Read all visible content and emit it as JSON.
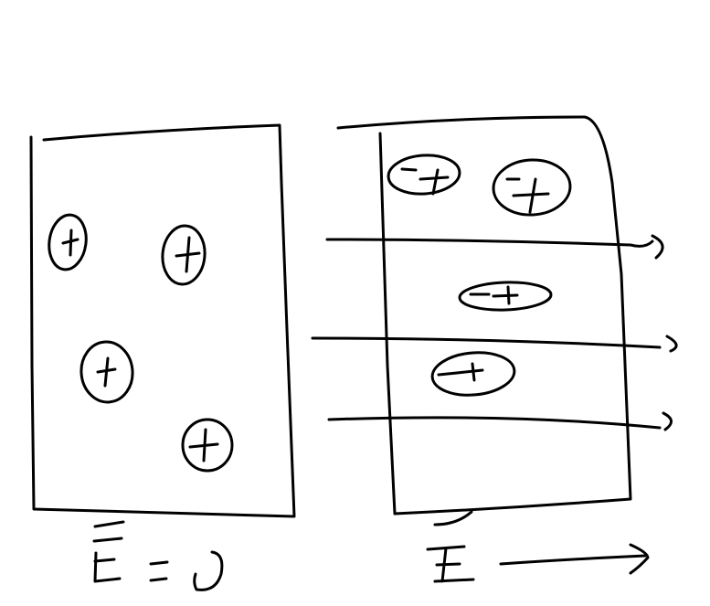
{
  "diagram": {
    "left_panel": {
      "molecule_charge_sign": "+",
      "molecule_count": 4,
      "field_label": "E = 0"
    },
    "right_panel": {
      "molecule_charge_signs": [
        "-",
        "+"
      ],
      "molecule_count": 4,
      "field_line_count": 3,
      "field_label": "E",
      "field_direction": "right"
    },
    "colors": {
      "ink": "#000000",
      "background": "#ffffff"
    }
  }
}
